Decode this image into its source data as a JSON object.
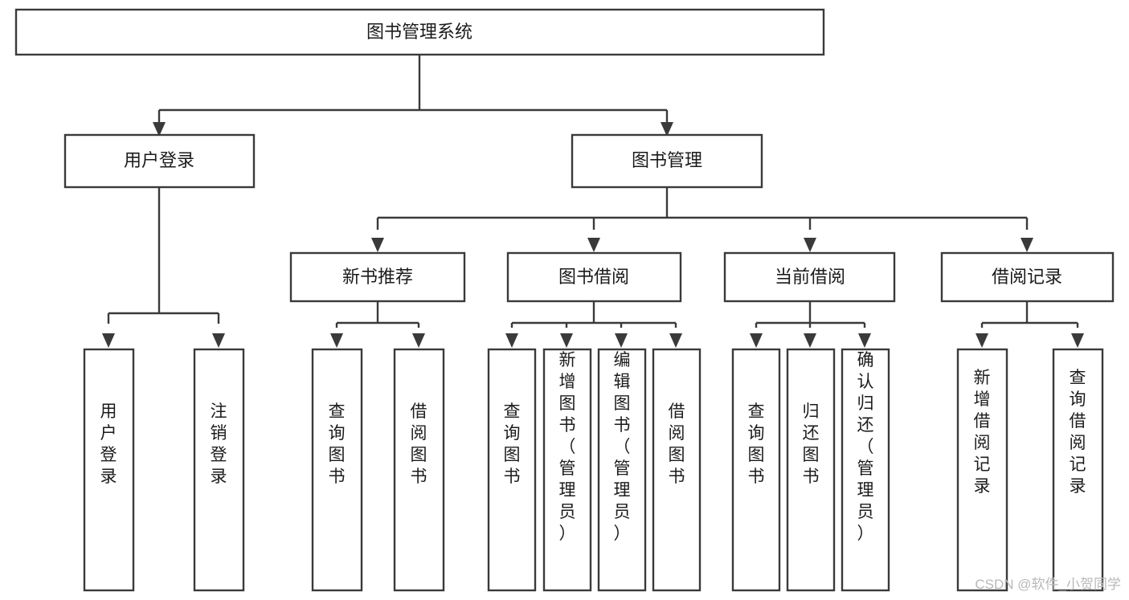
{
  "diagram": {
    "title": "图书管理系统",
    "type": "tree",
    "orientation": "top-down",
    "colors": {
      "box_stroke": "#3a3a3a",
      "box_fill": "#ffffff",
      "connector": "#3a3a3a",
      "label": "#1b1b1b",
      "watermark": "#b9b9b9",
      "background": "#ffffff"
    },
    "root": {
      "id": "root",
      "label": "图书管理系统",
      "orientation": "horizontal"
    },
    "level2": [
      {
        "id": "user-login",
        "label": "用户登录",
        "orientation": "horizontal"
      },
      {
        "id": "book-management",
        "label": "图书管理",
        "orientation": "horizontal"
      }
    ],
    "level3": [
      {
        "id": "new-book-recommend",
        "label": "新书推荐",
        "orientation": "horizontal",
        "parent": "book-management"
      },
      {
        "id": "book-borrow",
        "label": "图书借阅",
        "orientation": "horizontal",
        "parent": "book-management"
      },
      {
        "id": "current-borrow",
        "label": "当前借阅",
        "orientation": "horizontal",
        "parent": "book-management"
      },
      {
        "id": "borrow-records",
        "label": "借阅记录",
        "orientation": "horizontal",
        "parent": "book-management"
      }
    ],
    "leaves": [
      {
        "id": "leaf-user-login",
        "label": "用户登录",
        "orientation": "vertical",
        "parent": "user-login"
      },
      {
        "id": "leaf-user-logout",
        "label": "注销登录",
        "orientation": "vertical",
        "parent": "user-login"
      },
      {
        "id": "leaf-query-book-1",
        "label": "查询图书",
        "orientation": "vertical",
        "parent": "new-book-recommend"
      },
      {
        "id": "leaf-borrow-book-1",
        "label": "借阅图书",
        "orientation": "vertical",
        "parent": "new-book-recommend"
      },
      {
        "id": "leaf-query-book-2",
        "label": "查询图书",
        "orientation": "vertical",
        "parent": "book-borrow"
      },
      {
        "id": "leaf-add-book",
        "label": "新增图书（管理员）",
        "orientation": "vertical",
        "parent": "book-borrow"
      },
      {
        "id": "leaf-edit-book",
        "label": "编辑图书（管理员）",
        "orientation": "vertical",
        "parent": "book-borrow"
      },
      {
        "id": "leaf-borrow-book-2",
        "label": "借阅图书",
        "orientation": "vertical",
        "parent": "book-borrow"
      },
      {
        "id": "leaf-query-book-3",
        "label": "查询图书",
        "orientation": "vertical",
        "parent": "current-borrow"
      },
      {
        "id": "leaf-return-book",
        "label": "归还图书",
        "orientation": "vertical",
        "parent": "current-borrow"
      },
      {
        "id": "leaf-confirm-return",
        "label": "确认归还（管理员）",
        "orientation": "vertical",
        "parent": "current-borrow"
      },
      {
        "id": "leaf-add-record",
        "label": "新增借阅记录",
        "orientation": "vertical",
        "parent": "borrow-records"
      },
      {
        "id": "leaf-query-record",
        "label": "查询借阅记录",
        "orientation": "vertical",
        "parent": "borrow-records"
      }
    ],
    "watermark": "CSDN @软件_小贺同学"
  }
}
